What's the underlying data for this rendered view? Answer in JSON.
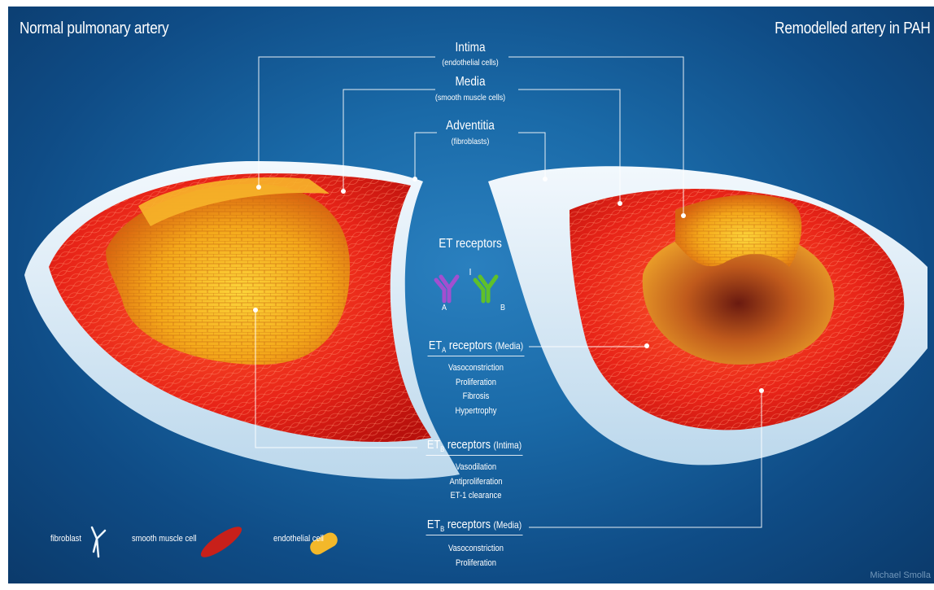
{
  "titles": {
    "left": "Normal pulmonary artery",
    "right": "Remodelled artery in PAH"
  },
  "layers": [
    {
      "name": "Intima",
      "cells": "(endothelial cells)"
    },
    {
      "name": "Media",
      "cells": "(smooth muscle cells)"
    },
    {
      "name": "Adventitia",
      "cells": "(fibroblasts)"
    }
  ],
  "et_receptors": {
    "title": "ET receptors",
    "type_a": "A",
    "type_b": "B"
  },
  "eta_media": {
    "prefix": "ET",
    "subscript": "A",
    "label": " receptors",
    "location": "(Media)",
    "effects": [
      "Vasoconstriction",
      "Proliferation",
      "Fibrosis",
      "Hypertrophy"
    ]
  },
  "etb_intima": {
    "prefix": "ET",
    "subscript": "B",
    "label": " receptors",
    "location": "(Intima)",
    "effects": [
      "Vasodilation",
      "Antiproliferation",
      "ET-1 clearance"
    ]
  },
  "etb_media": {
    "prefix": "ET",
    "subscript": "B",
    "label": " receptors",
    "location": "(Media)",
    "effects": [
      "Vasoconstriction",
      "Proliferation"
    ]
  },
  "legend": {
    "fibroblast": "fibroblast",
    "smooth_muscle": "smooth muscle cell",
    "endothelial": "endothelial cell"
  },
  "credit": "Michael Smolla",
  "colors": {
    "background": "#1a6aa8",
    "adventitia": "#dfeef8",
    "media": "#e8201a",
    "intima": "#f6b21c",
    "receptor_a": "#a24fd0",
    "receptor_b": "#5fc02a"
  }
}
